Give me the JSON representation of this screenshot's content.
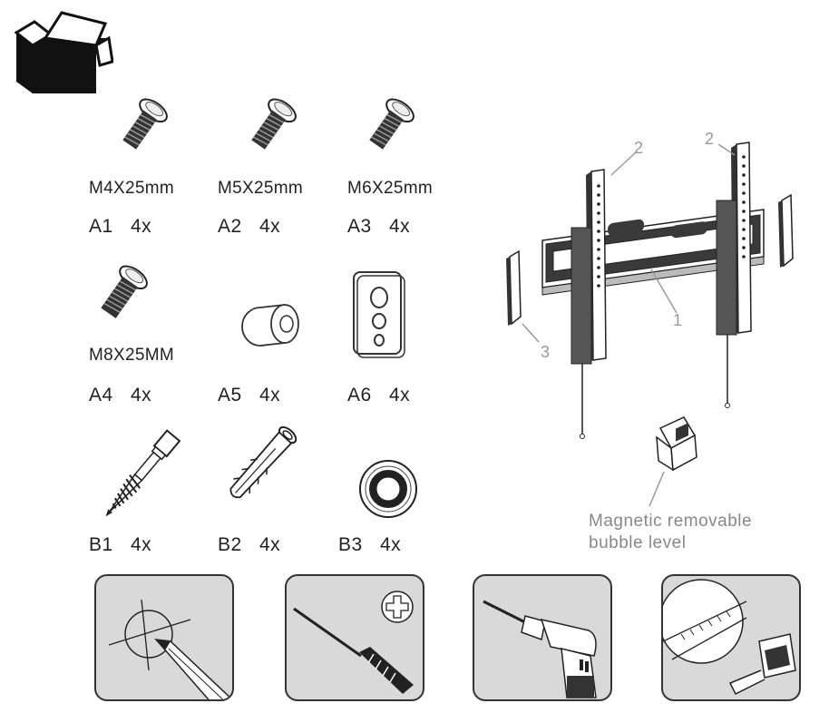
{
  "parts": {
    "A1": {
      "spec": "M4X25mm",
      "code": "A1",
      "qty": "4x"
    },
    "A2": {
      "spec": "M5X25mm",
      "code": "A2",
      "qty": "4x"
    },
    "A3": {
      "spec": "M6X25mm",
      "code": "A3",
      "qty": "4x"
    },
    "A4": {
      "spec": "M8X25MM",
      "code": "A4",
      "qty": "4x"
    },
    "A5": {
      "code": "A5",
      "qty": "4x"
    },
    "A6": {
      "code": "A6",
      "qty": "4x"
    },
    "B1": {
      "code": "B1",
      "qty": "4x"
    },
    "B2": {
      "code": "B2",
      "qty": "4x"
    },
    "B3": {
      "code": "B3",
      "qty": "4x"
    }
  },
  "bracket": {
    "callout_1": "1",
    "callout_2a": "2",
    "callout_2b": "2",
    "callout_3": "3"
  },
  "bubble_level": {
    "line1": "Magnetic removable",
    "line2": "bubble level"
  },
  "tools": [
    "pencil",
    "phillips-screwdriver",
    "drill",
    "tape-measure"
  ]
}
